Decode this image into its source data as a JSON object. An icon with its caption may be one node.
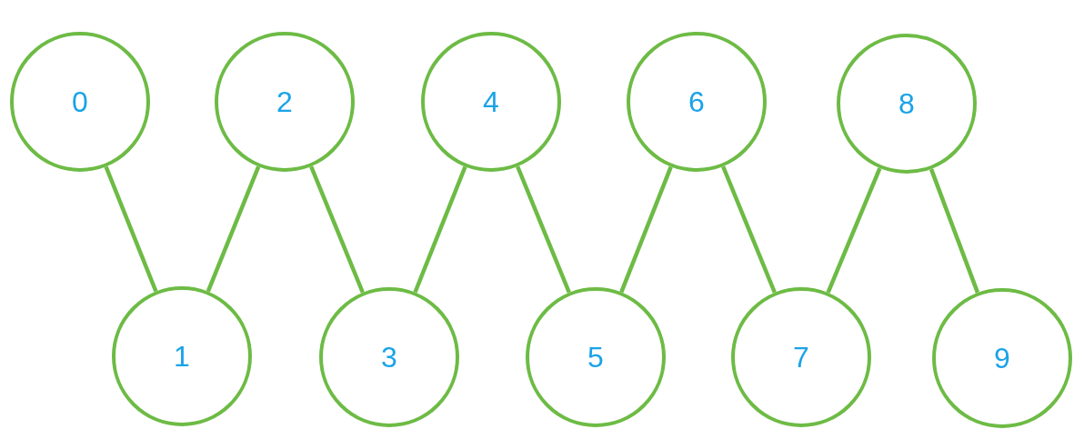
{
  "diagram": {
    "nodes": [
      {
        "text": [
          "0"
        ]
      },
      {
        "text": [
          "1"
        ]
      },
      {
        "text": [
          "2"
        ]
      },
      {
        "text": [
          "3"
        ]
      },
      {
        "text": [
          "4"
        ]
      },
      {
        "text": [
          "5"
        ]
      },
      {
        "text": [
          "6"
        ]
      },
      {
        "text": [
          "7"
        ]
      },
      {
        "text": [
          "8"
        ]
      },
      {
        "text": [
          "9"
        ]
      }
    ],
    "edges": [
      {
        "from": 0,
        "to": 1,
        "arrow": "none"
      },
      {
        "from": 2,
        "to": 1,
        "arrow": "none"
      },
      {
        "from": 2,
        "to": 3,
        "arrow": "none"
      },
      {
        "from": 4,
        "to": 3,
        "arrow": "none"
      },
      {
        "from": 4,
        "to": 5,
        "arrow": "none"
      },
      {
        "from": 6,
        "to": 5,
        "arrow": "none"
      },
      {
        "from": 6,
        "to": 7,
        "arrow": "none"
      },
      {
        "from": 8,
        "to": 7,
        "arrow": "none"
      },
      {
        "from": 8,
        "to": 9,
        "arrow": "none"
      }
    ]
  }
}
